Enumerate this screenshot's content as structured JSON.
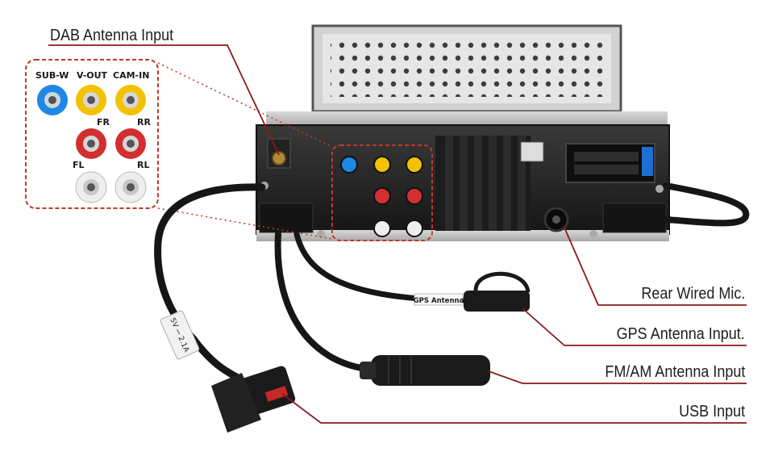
{
  "callouts": {
    "dab": "DAB Antenna  Input",
    "mic": "Rear Wired Mic.",
    "gps": "GPS Antenna Input.",
    "fmam": "FM/AM Antenna Input",
    "usb": "USB Input"
  },
  "jack_labels": {
    "sub_w": "SUB-W",
    "v_out": "V-OUT",
    "cam_in": "CAM-IN",
    "fr": "FR",
    "rr": "RR",
    "fl": "FL",
    "rl": "RL"
  },
  "cable_tags": {
    "gps": "GPS Antenna",
    "usb_power": "5V ⎓ 2.1A"
  },
  "colors": {
    "leader_line": "#8b1a1a",
    "callout_box": "#c0392b",
    "jack_blue": "#1e88e5",
    "jack_yellow": "#f2c200",
    "jack_red": "#d32f2f",
    "jack_white": "#e8e8e8"
  }
}
